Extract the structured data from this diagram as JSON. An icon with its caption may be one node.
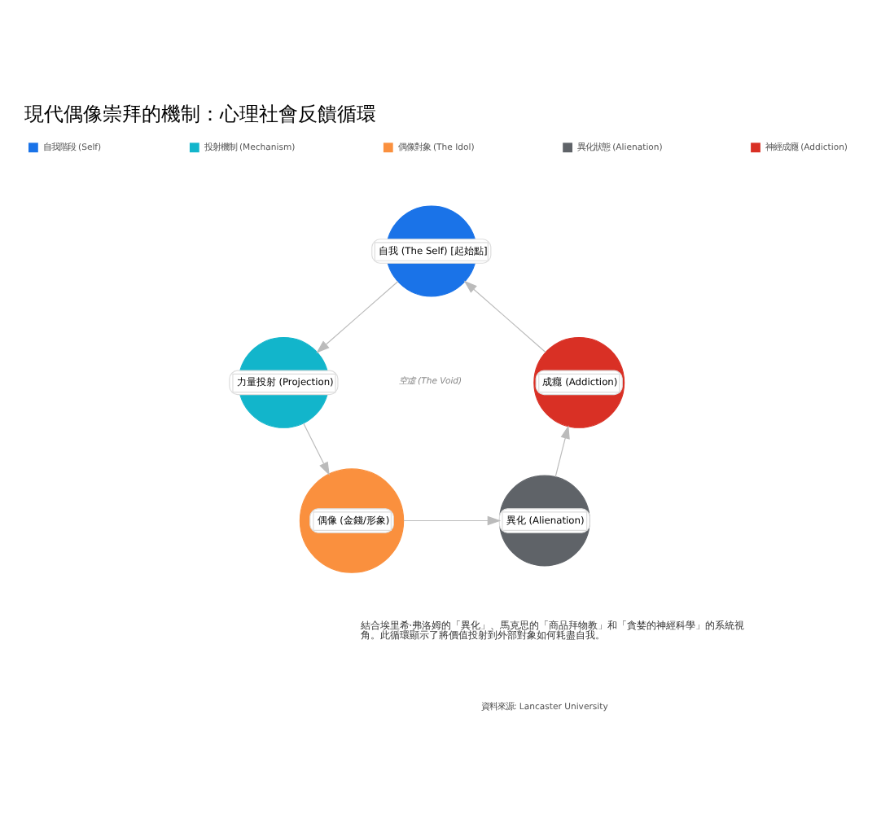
{
  "diagram": {
    "title": "現代偶像崇拜的機制：心理社會反饋循環",
    "caption": "結合埃里希·弗洛姆的「異化」、馬克思的「商品拜物教」和「貪婪的神經科學」的系統視角。此循環顯示了將價值投射到外部對象如何耗盡自我。",
    "nodes": [
      {
        "text": [
          "自我 (The Self) [起始點]"
        ]
      },
      {
        "text": [
          "力量投射 (Projection)"
        ]
      },
      {
        "text": [
          "偶像 (金錢/形象)"
        ]
      },
      {
        "text": [
          "異化 (Alienation)"
        ]
      },
      {
        "text": [
          "成癮 (Addiction)"
        ]
      }
    ],
    "edges": [
      {
        "from": 0,
        "to": 1,
        "arrow": "to"
      },
      {
        "from": 1,
        "to": 2,
        "arrow": "to"
      },
      {
        "from": 2,
        "to": 3,
        "arrow": "to"
      },
      {
        "from": 3,
        "to": 4,
        "arrow": "to"
      },
      {
        "from": 4,
        "to": 0,
        "arrow": "to"
      }
    ],
    "labels": [
      "空虛 (The Void)",
      "資料來源: Lancaster University"
    ],
    "legend": [
      {
        "text": "自我階段 (Self)",
        "color": "#1a73e8"
      },
      {
        "text": "投射機制 (Mechanism)",
        "color": "#12b5cb"
      },
      {
        "text": "偶像對象 (The Idol)",
        "color": "#fa903e"
      },
      {
        "text": "異化狀態 (Alienation)",
        "color": "#5f6368"
      },
      {
        "text": "神經成癮 (Addiction)",
        "color": "#d93025"
      }
    ]
  }
}
